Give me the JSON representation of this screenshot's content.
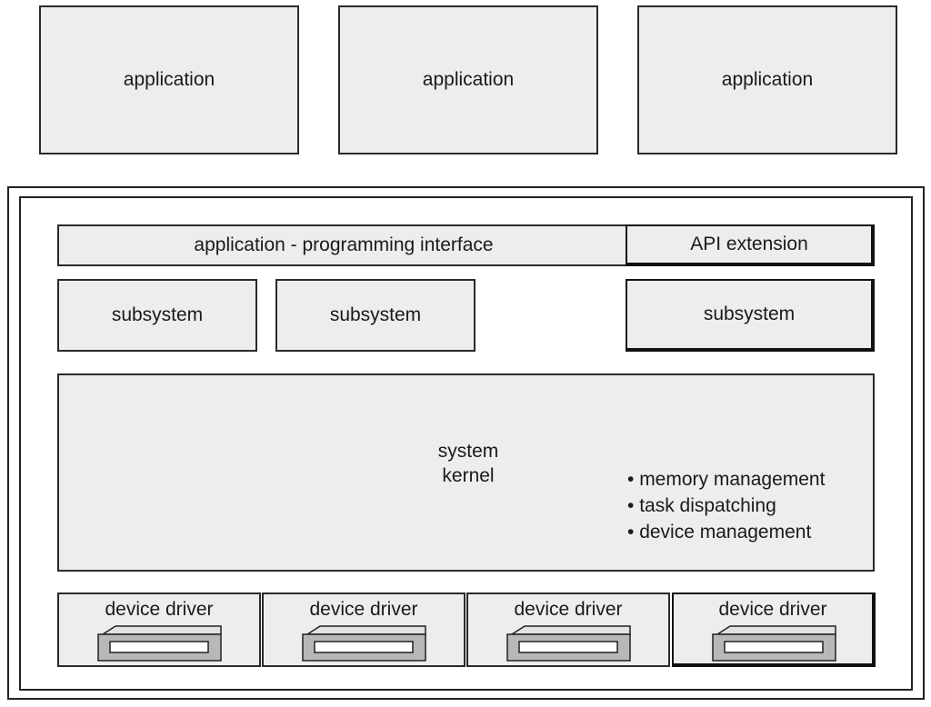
{
  "applications": [
    "application",
    "application",
    "application"
  ],
  "api": {
    "label": "application - programming interface",
    "extension": "API extension"
  },
  "subsystems": [
    "subsystem",
    "subsystem",
    "subsystem"
  ],
  "kernel": {
    "title_line1": "system",
    "title_line2": "kernel",
    "functions": [
      "memory management",
      "task dispatching",
      "device management"
    ]
  },
  "drivers": [
    "device driver",
    "device driver",
    "device driver",
    "device driver"
  ],
  "colors": {
    "box_fill": "#ededed",
    "border": "#2a2a2a",
    "background": "#ffffff",
    "card_face": "#b8b8b8",
    "card_top": "#e2e2e2"
  },
  "icons": {
    "device_driver": "hardware-card-icon"
  }
}
